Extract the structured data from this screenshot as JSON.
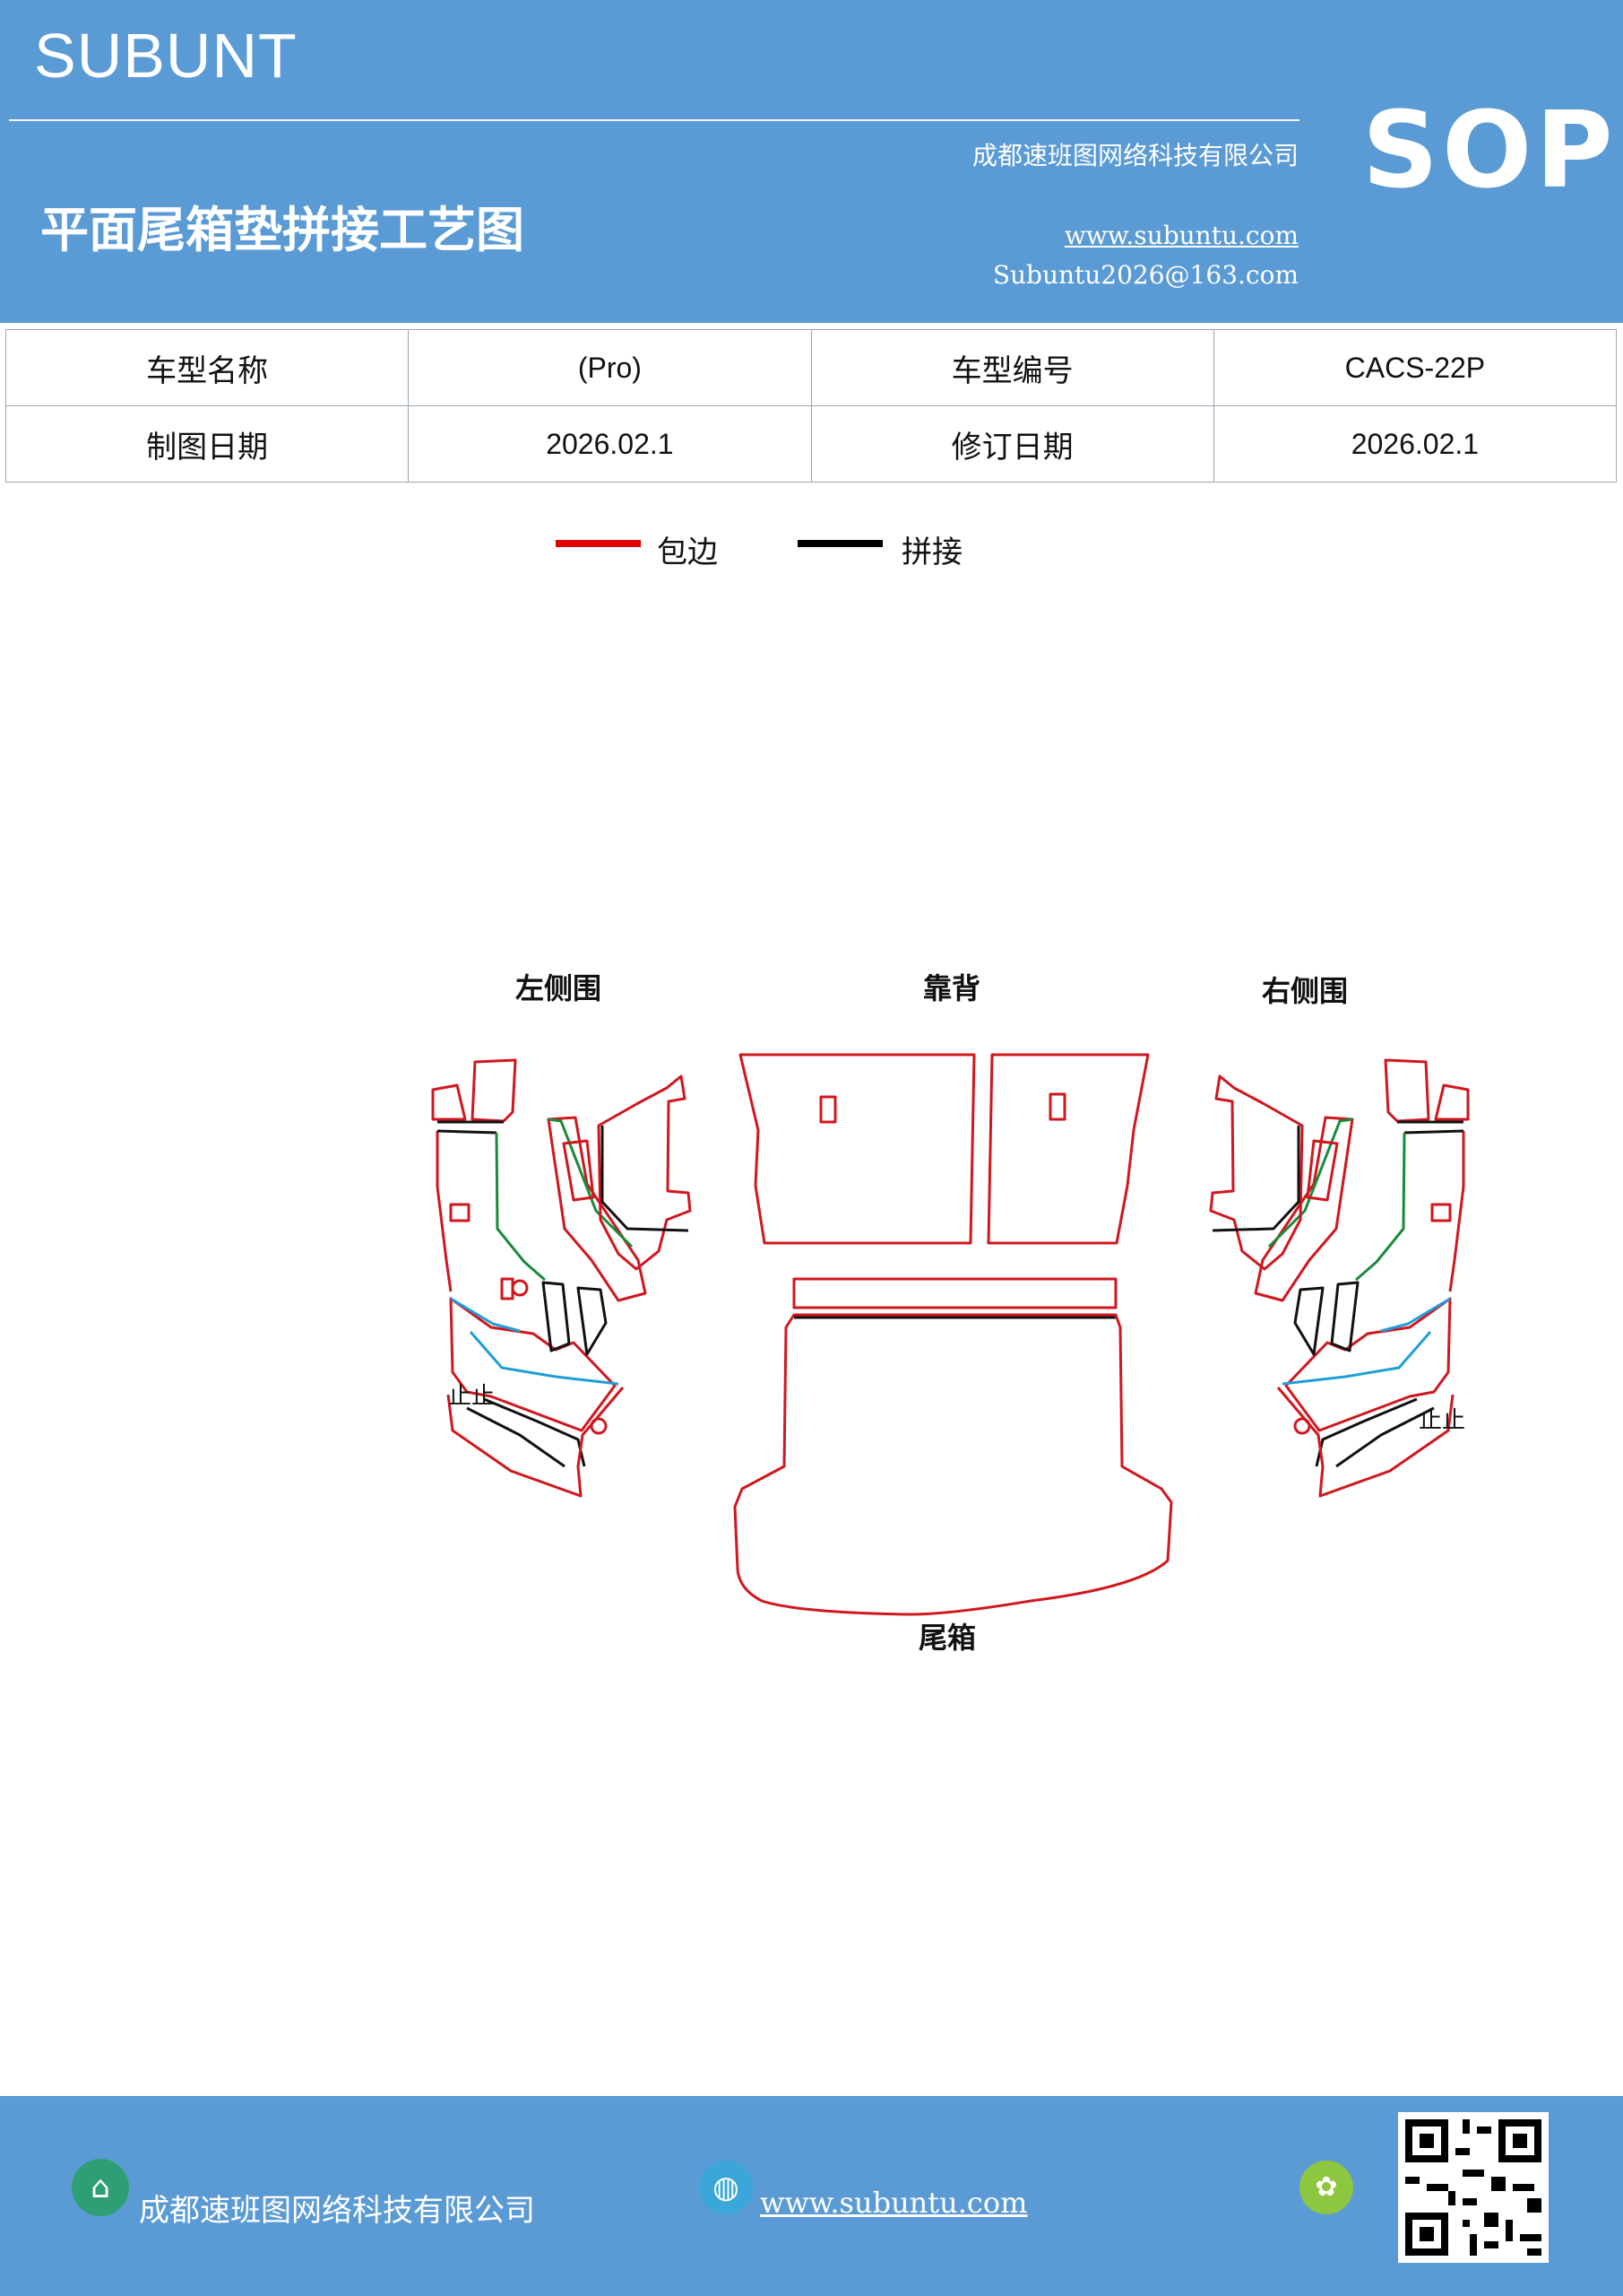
{
  "header": {
    "brand": "SUBUNT",
    "title": "平面尾箱垫拼接工艺图",
    "company": "成都速班图网络科技有限公司",
    "website": "www.subuntu.com",
    "email": "Subuntu2026@163.com",
    "badge": "SOP",
    "bg_color": "#5b9bd5"
  },
  "info_table": {
    "rows": [
      [
        "车型名称",
        "(Pro)",
        "车型编号",
        "CACS-22P"
      ],
      [
        "制图日期",
        "2026.02.1",
        "修订日期",
        "2026.02.1"
      ]
    ]
  },
  "legend": [
    {
      "label": "包边",
      "color": "#e00000"
    },
    {
      "label": "拼接",
      "color": "#000000"
    }
  ],
  "diagram": {
    "labels": {
      "left": "左侧围",
      "back": "靠背",
      "right": "右侧围",
      "trunk": "尾箱"
    },
    "mark_left": "止止",
    "mark_right": "止止",
    "colors": {
      "edge": "#d0171e",
      "seam": "#111111",
      "green": "#1a8a3a",
      "blue": "#1f9ed8"
    }
  },
  "footer": {
    "company": "成都速班图网络科技有限公司",
    "website": "www.subuntu.com",
    "icon_building": "building-icon",
    "icon_globe": "globe-icon",
    "icon_chat": "wechat-icon",
    "qr": "qr-code"
  }
}
